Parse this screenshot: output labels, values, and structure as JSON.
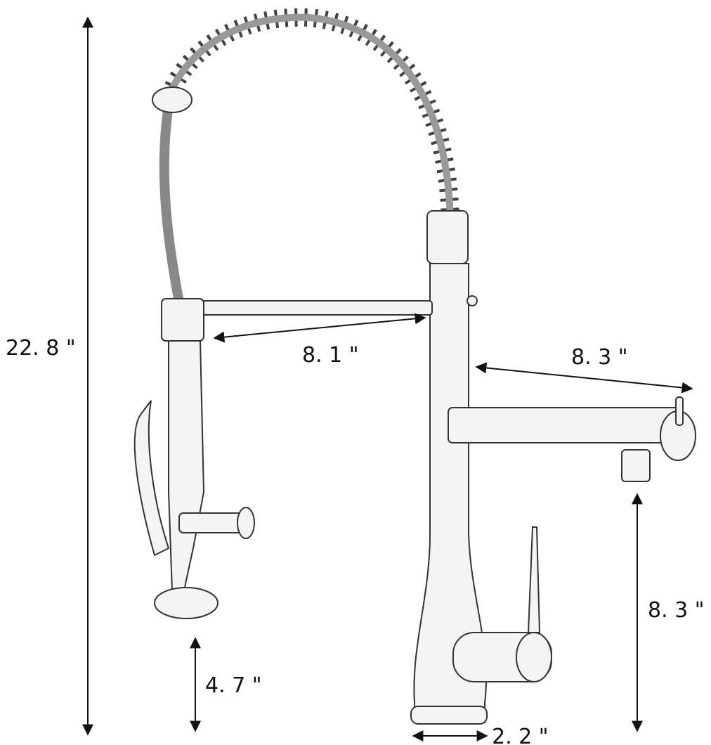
{
  "dimensions": {
    "total_height": "22. 8 \"",
    "sprayer_arm_length": "8. 1 \"",
    "spout_reach": "8. 3 \"",
    "spout_height": "8. 3 \"",
    "sprayer_height": "4. 7 \"",
    "base_diameter": "2. 2 \""
  },
  "colors": {
    "line": "#111111",
    "metal": "#f4f4f4"
  }
}
